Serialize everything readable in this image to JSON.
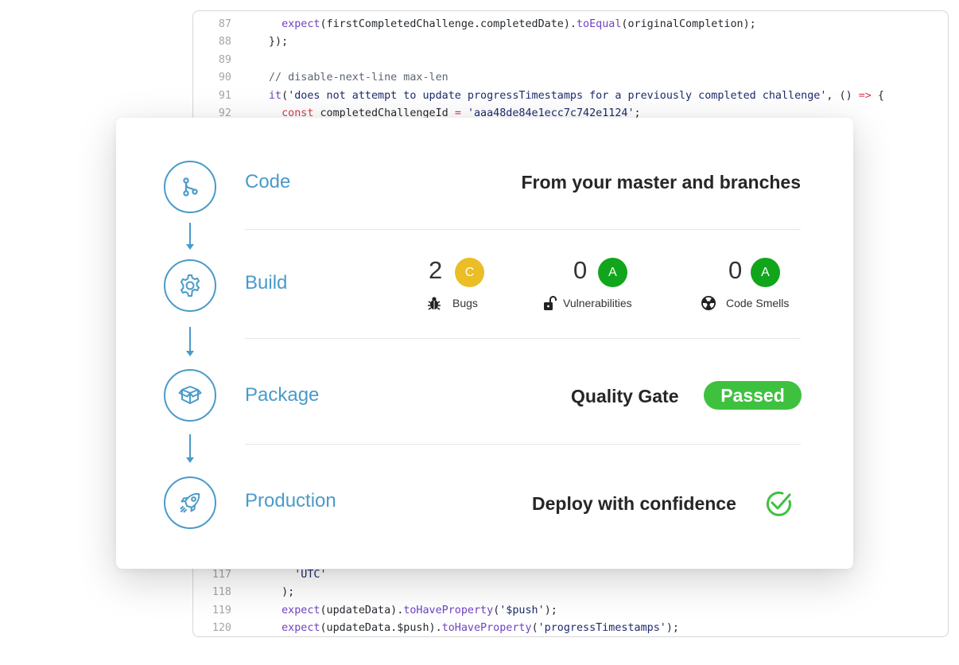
{
  "code": {
    "top_lines": [
      {
        "num": "87",
        "indent": "  ",
        "tokens": [
          {
            "t": "expect",
            "c": "tk-fn"
          },
          {
            "t": "(firstCompletedChallenge.completedDate).",
            "c": "tk-plain"
          },
          {
            "t": "toEqual",
            "c": "tk-fn"
          },
          {
            "t": "(originalCompletion);",
            "c": "tk-plain"
          }
        ]
      },
      {
        "num": "88",
        "indent": "",
        "tokens": [
          {
            "t": "});",
            "c": "tk-plain"
          }
        ]
      },
      {
        "num": "89",
        "indent": "",
        "tokens": []
      },
      {
        "num": "90",
        "indent": "",
        "tokens": [
          {
            "t": "// disable-next-line max-len",
            "c": "tk-com"
          }
        ]
      },
      {
        "num": "91",
        "indent": "",
        "tokens": [
          {
            "t": "it",
            "c": "tk-fn"
          },
          {
            "t": "(",
            "c": "tk-plain"
          },
          {
            "t": "'does not attempt to update progressTimestamps for a previously completed challenge'",
            "c": "tk-str"
          },
          {
            "t": ", () ",
            "c": "tk-plain"
          },
          {
            "t": "=>",
            "c": "tk-kw"
          },
          {
            "t": " {",
            "c": "tk-plain"
          }
        ]
      },
      {
        "num": "92",
        "indent": "  ",
        "tokens": [
          {
            "t": "const",
            "c": "tk-kw"
          },
          {
            "t": " completedChallengeId ",
            "c": "tk-plain"
          },
          {
            "t": "=",
            "c": "tk-kw"
          },
          {
            "t": " ",
            "c": "tk-plain"
          },
          {
            "t": "'aaa48de84e1ecc7c742e1124'",
            "c": "tk-str"
          },
          {
            "t": ";",
            "c": "tk-plain"
          }
        ]
      }
    ],
    "bottom_lines": [
      {
        "num": "117",
        "indent": "    ",
        "tokens": [
          {
            "t": "'UTC'",
            "c": "tk-str"
          }
        ]
      },
      {
        "num": "118",
        "indent": "  ",
        "tokens": [
          {
            "t": ");",
            "c": "tk-plain"
          }
        ]
      },
      {
        "num": "119",
        "indent": "  ",
        "tokens": [
          {
            "t": "expect",
            "c": "tk-fn"
          },
          {
            "t": "(updateData).",
            "c": "tk-plain"
          },
          {
            "t": "toHaveProperty",
            "c": "tk-fn"
          },
          {
            "t": "(",
            "c": "tk-plain"
          },
          {
            "t": "'$push'",
            "c": "tk-str"
          },
          {
            "t": ");",
            "c": "tk-plain"
          }
        ]
      },
      {
        "num": "120",
        "indent": "  ",
        "tokens": [
          {
            "t": "expect",
            "c": "tk-fn"
          },
          {
            "t": "(updateData.$push).",
            "c": "tk-plain"
          },
          {
            "t": "toHaveProperty",
            "c": "tk-fn"
          },
          {
            "t": "(",
            "c": "tk-plain"
          },
          {
            "t": "'progressTimestamps'",
            "c": "tk-str"
          },
          {
            "t": ");",
            "c": "tk-plain"
          }
        ]
      }
    ]
  },
  "steps": {
    "code": {
      "label": "Code",
      "icon": "branch-icon",
      "text": "From your master and branches"
    },
    "build": {
      "label": "Build",
      "icon": "gear-icon",
      "metrics": {
        "bugs": {
          "value": "2",
          "grade": "C",
          "label": "Bugs",
          "icon": "bug-icon"
        },
        "vulnerabilities": {
          "value": "0",
          "grade": "A",
          "label": "Vulnerabilities",
          "icon": "unlocked-padlock-icon"
        },
        "code_smells": {
          "value": "0",
          "grade": "A",
          "label": "Code Smells",
          "icon": "radiation-icon"
        }
      }
    },
    "package": {
      "label": "Package",
      "icon": "box-icon",
      "text": "Quality Gate",
      "badge": "Passed"
    },
    "production": {
      "label": "Production",
      "icon": "rocket-icon",
      "text": "Deploy with confidence"
    }
  },
  "colors": {
    "accent": "#4a9bc9",
    "grade_c": "#eabe24",
    "grade_a": "#11a51b",
    "passed": "#3ec13f"
  }
}
